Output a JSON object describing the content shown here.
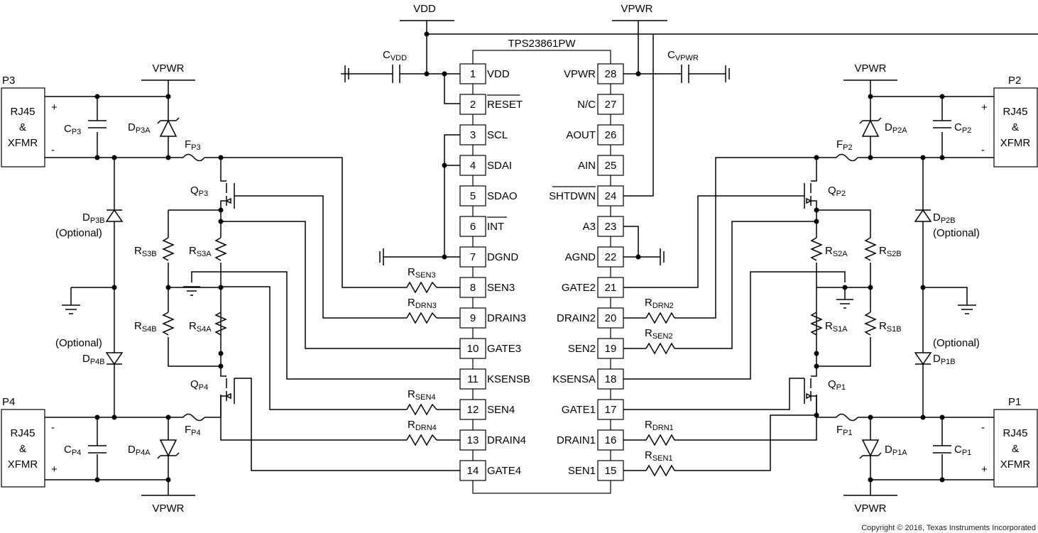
{
  "chip": {
    "name": "TPS23861PW",
    "left_pins": [
      {
        "num": "1",
        "name": "VDD"
      },
      {
        "num": "2",
        "name": "RESET"
      },
      {
        "num": "3",
        "name": "SCL"
      },
      {
        "num": "4",
        "name": "SDAI"
      },
      {
        "num": "5",
        "name": "SDAO"
      },
      {
        "num": "6",
        "name": "INT"
      },
      {
        "num": "7",
        "name": "DGND"
      },
      {
        "num": "8",
        "name": "SEN3"
      },
      {
        "num": "9",
        "name": "DRAIN3"
      },
      {
        "num": "10",
        "name": "GATE3"
      },
      {
        "num": "11",
        "name": "KSENSB"
      },
      {
        "num": "12",
        "name": "SEN4"
      },
      {
        "num": "13",
        "name": "DRAIN4"
      },
      {
        "num": "14",
        "name": "GATE4"
      }
    ],
    "right_pins": [
      {
        "num": "28",
        "name": "VPWR"
      },
      {
        "num": "27",
        "name": "N/C"
      },
      {
        "num": "26",
        "name": "AOUT"
      },
      {
        "num": "25",
        "name": "AIN"
      },
      {
        "num": "24",
        "name": "SHTDWN"
      },
      {
        "num": "23",
        "name": "A3"
      },
      {
        "num": "22",
        "name": "AGND"
      },
      {
        "num": "21",
        "name": "GATE2"
      },
      {
        "num": "20",
        "name": "DRAIN2"
      },
      {
        "num": "19",
        "name": "SEN2"
      },
      {
        "num": "18",
        "name": "KSENSA"
      },
      {
        "num": "17",
        "name": "GATE1"
      },
      {
        "num": "16",
        "name": "DRAIN1"
      },
      {
        "num": "15",
        "name": "SEN1"
      }
    ]
  },
  "rails": {
    "vdd": "VDD",
    "vpwr": "VPWR"
  },
  "caps": {
    "cvdd": {
      "base": "C",
      "sub": "VDD"
    },
    "cvpwr": {
      "base": "C",
      "sub": "VPWR"
    }
  },
  "ports": {
    "p3": {
      "name": "P3",
      "box": [
        "RJ45",
        "&",
        "XFMR"
      ],
      "plus": "+",
      "minus": "-"
    },
    "p4": {
      "name": "P4",
      "box": [
        "RJ45",
        "&",
        "XFMR"
      ],
      "plus": "+",
      "minus": "-"
    },
    "p2": {
      "name": "P2",
      "box": [
        "RJ45",
        "&",
        "XFMR"
      ],
      "plus": "+",
      "minus": "-"
    },
    "p1": {
      "name": "P1",
      "box": [
        "RJ45",
        "&",
        "XFMR"
      ],
      "plus": "+",
      "minus": "-"
    }
  },
  "components": {
    "rsen3": {
      "base": "R",
      "sub": "SEN3"
    },
    "rdrn3": {
      "base": "R",
      "sub": "DRN3"
    },
    "rsen4": {
      "base": "R",
      "sub": "SEN4"
    },
    "rdrn4": {
      "base": "R",
      "sub": "DRN4"
    },
    "rdrn2": {
      "base": "R",
      "sub": "DRN2"
    },
    "rsen2": {
      "base": "R",
      "sub": "SEN2"
    },
    "rdrn1": {
      "base": "R",
      "sub": "DRN1"
    },
    "rsen1": {
      "base": "R",
      "sub": "SEN1"
    },
    "cp3": {
      "base": "C",
      "sub": "P3"
    },
    "cp4": {
      "base": "C",
      "sub": "P4"
    },
    "cp2": {
      "base": "C",
      "sub": "P2"
    },
    "cp1": {
      "base": "C",
      "sub": "P1"
    },
    "dp3a": {
      "base": "D",
      "sub": "P3A"
    },
    "dp3b": {
      "base": "D",
      "sub": "P3B"
    },
    "dp4a": {
      "base": "D",
      "sub": "P4A"
    },
    "dp4b": {
      "base": "D",
      "sub": "P4B"
    },
    "dp2a": {
      "base": "D",
      "sub": "P2A"
    },
    "dp2b": {
      "base": "D",
      "sub": "P2B"
    },
    "dp1a": {
      "base": "D",
      "sub": "P1A"
    },
    "dp1b": {
      "base": "D",
      "sub": "P1B"
    },
    "fp3": {
      "base": "F",
      "sub": "P3"
    },
    "fp4": {
      "base": "F",
      "sub": "P4"
    },
    "fp2": {
      "base": "F",
      "sub": "P2"
    },
    "fp1": {
      "base": "F",
      "sub": "P1"
    },
    "qp3": {
      "base": "Q",
      "sub": "P3"
    },
    "qp4": {
      "base": "Q",
      "sub": "P4"
    },
    "qp2": {
      "base": "Q",
      "sub": "P2"
    },
    "qp1": {
      "base": "Q",
      "sub": "P1"
    },
    "rs3a": {
      "base": "R",
      "sub": "S3A"
    },
    "rs3b": {
      "base": "R",
      "sub": "S3B"
    },
    "rs4a": {
      "base": "R",
      "sub": "S4A"
    },
    "rs4b": {
      "base": "R",
      "sub": "S4B"
    },
    "rs2a": {
      "base": "R",
      "sub": "S2A"
    },
    "rs2b": {
      "base": "R",
      "sub": "S2B"
    },
    "rs1a": {
      "base": "R",
      "sub": "S1A"
    },
    "rs1b": {
      "base": "R",
      "sub": "S1B"
    }
  },
  "optional_label": "(Optional)",
  "copyright": "Copyright © 2016, Texas Instruments Incorporated"
}
